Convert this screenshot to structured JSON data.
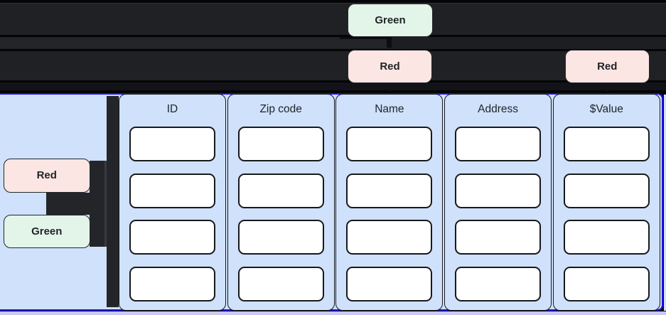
{
  "colors": {
    "canvas": "#050507",
    "band": "#202124",
    "band-b": "#1d1e21",
    "band-b-light": "#242528",
    "band-d": "#121318",
    "node-fill": "#cfe1fb",
    "node-border": "#2113e6",
    "channel": "#232529",
    "green-fill": "#e3f4e9",
    "red-fill": "#fbe6e4",
    "badge-text": "#1f2327",
    "header-text": "#1f242b",
    "col-border": "#16181c",
    "cell-border": "#17191d",
    "lavender": "#c9c9f2"
  },
  "edge_labels": {
    "top": {
      "label": "Green"
    },
    "center": {
      "label": "Red"
    },
    "right": {
      "label": "Red"
    }
  },
  "sidebar": {
    "labels": [
      {
        "label": "Red"
      },
      {
        "label": "Green"
      }
    ]
  },
  "table": {
    "rows_per_column": 4,
    "columns": [
      {
        "header": "ID",
        "cells": [
          "",
          "",
          "",
          ""
        ]
      },
      {
        "header": "Zip code",
        "cells": [
          "",
          "",
          "",
          ""
        ]
      },
      {
        "header": "Name",
        "cells": [
          "",
          "",
          "",
          ""
        ]
      },
      {
        "header": "Address",
        "cells": [
          "",
          "",
          "",
          ""
        ]
      },
      {
        "header": "$Value",
        "cells": [
          "",
          "",
          "",
          ""
        ]
      }
    ]
  }
}
